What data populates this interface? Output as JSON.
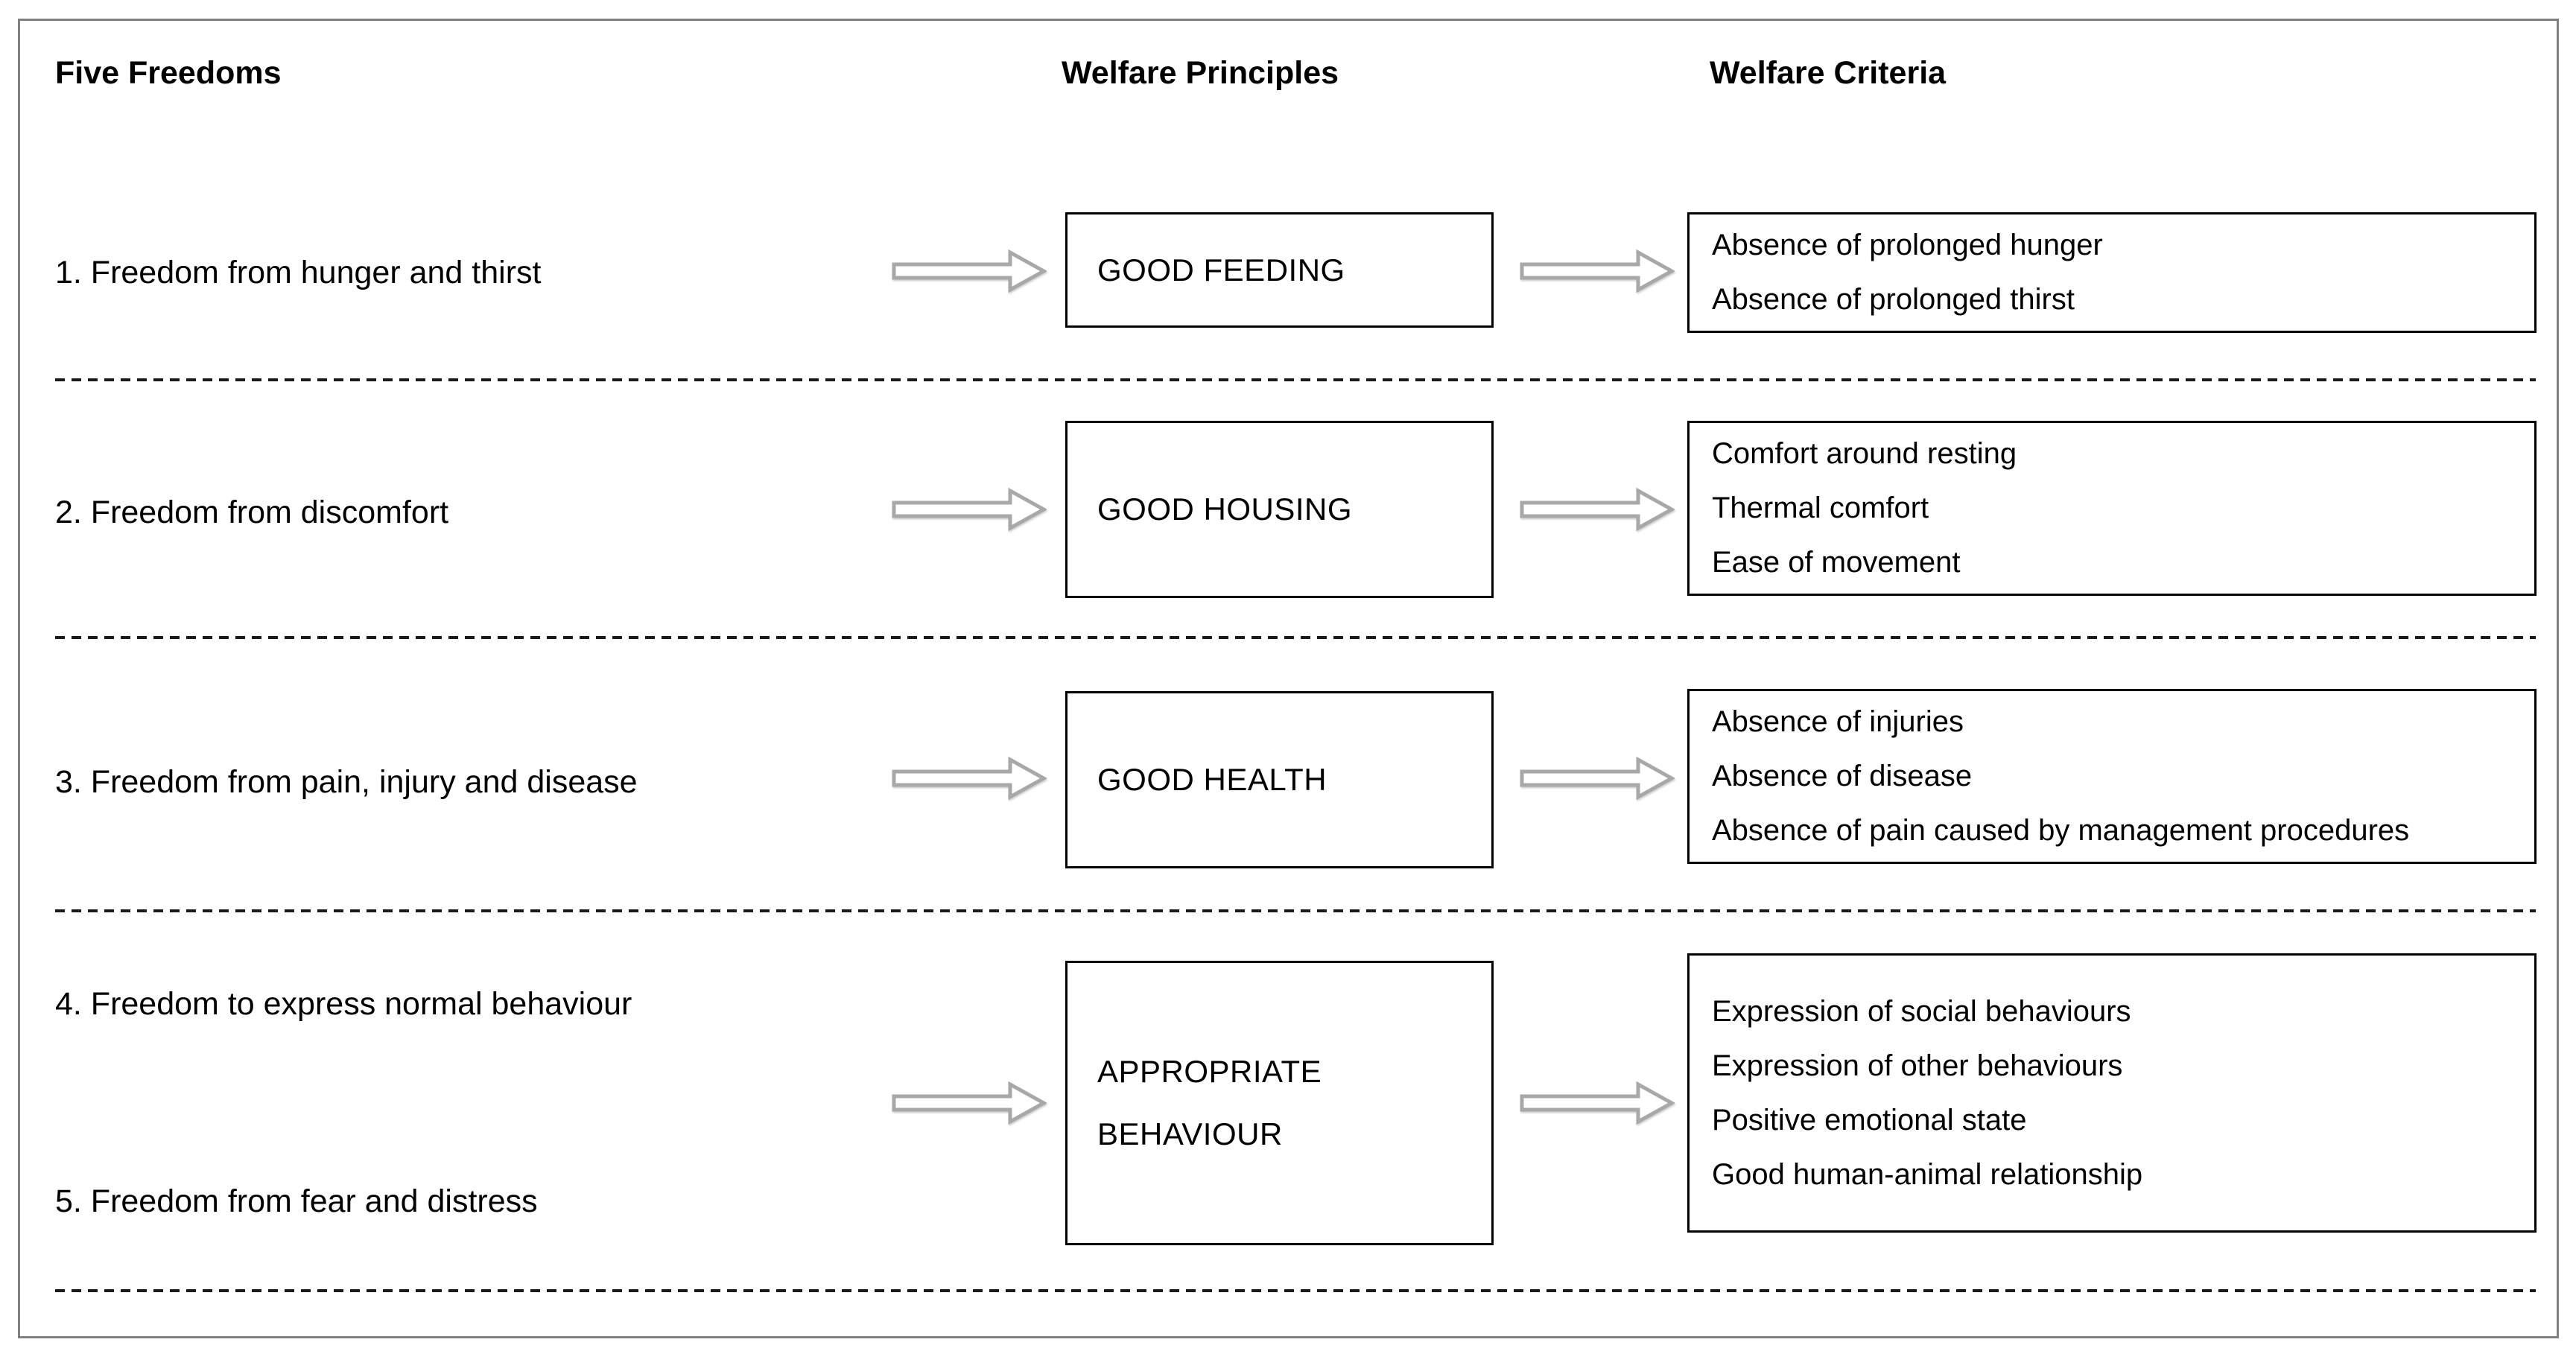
{
  "headers": {
    "col1": "Five Freedoms",
    "col2": "Welfare Principles",
    "col3": "Welfare Criteria"
  },
  "rows": [
    {
      "freedoms": [
        "1. Freedom from hunger and thirst"
      ],
      "principle": "GOOD FEEDING",
      "criteria": [
        "Absence of prolonged hunger",
        "Absence of prolonged thirst"
      ]
    },
    {
      "freedoms": [
        "2. Freedom from discomfort"
      ],
      "principle": "GOOD HOUSING",
      "criteria": [
        "Comfort around resting",
        "Thermal comfort",
        "Ease of movement"
      ]
    },
    {
      "freedoms": [
        "3. Freedom from pain, injury and disease"
      ],
      "principle": "GOOD HEALTH",
      "criteria": [
        "Absence of injuries",
        "Absence of disease",
        "Absence of pain caused by management procedures"
      ]
    },
    {
      "freedoms": [
        "4. Freedom to express normal behaviour",
        "5. Freedom from fear and distress"
      ],
      "principle": "APPROPRIATE BEHAVIOUR",
      "criteria": [
        "Expression of social behaviours",
        "Expression of other behaviours",
        "Positive emotional state",
        "Good human-animal relationship"
      ]
    }
  ],
  "icons": {
    "arrow": "right-block-arrow"
  },
  "colors": {
    "background": "#ffffff",
    "frame_border": "#808080",
    "box_border": "#000000",
    "text": "#000000",
    "arrow_outline": "#a8a8a8",
    "arrow_fill": "#ffffff",
    "dash_color": "#1a1a1a"
  }
}
